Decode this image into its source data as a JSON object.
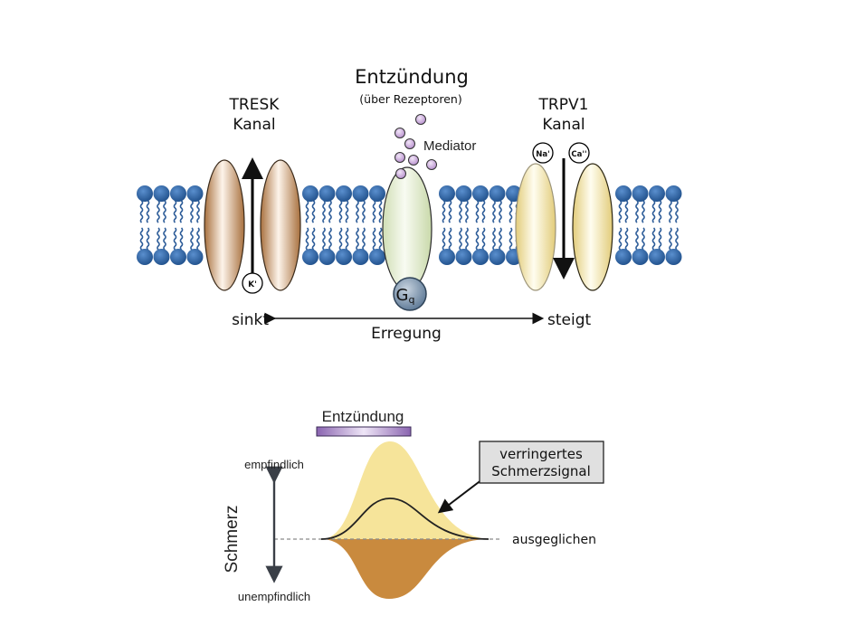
{
  "top_diagram": {
    "title": "Entzündung",
    "subtitle": "(über Rezeptoren)",
    "mediator_label": "Mediator",
    "tresk": {
      "line1": "TRESK",
      "line2": "Kanal",
      "ion": "K⁺",
      "ion_display": "K'",
      "flow_direction": "out (up)"
    },
    "trpv1": {
      "line1": "TRPV1",
      "line2": "Kanal",
      "ions": [
        "Na'",
        "Ca''"
      ],
      "flow_direction": "in (down)"
    },
    "gq_label": "G",
    "gq_sub": "q",
    "excitation": {
      "left": "sinkt",
      "right": "steigt",
      "label": "Erregung"
    }
  },
  "bottom_diagram": {
    "bar_label": "Entzündung",
    "axis_title": "Schmerz",
    "axis_top": "empfindlich",
    "axis_bottom": "unempfindlich",
    "baseline_label": "ausgeglichen",
    "callout_line1": "verringertes",
    "callout_line2": "Schmerzsignal"
  },
  "colors": {
    "lipid_head": "#2a5f9e",
    "lipid_tail": "#2e5d99",
    "tresk_fill": "#b98454",
    "trpv1_fill": "#e8d58a",
    "receptor_fill": "#d9e6c2",
    "gq_fill": "#6e86a0",
    "mediator_fill": "#c9a8d8",
    "inflammation_bar": "#9a79bd",
    "pain_up": "#f6e49a",
    "pain_down": "#c98a3e",
    "callout_bg": "#e0e0e0"
  }
}
